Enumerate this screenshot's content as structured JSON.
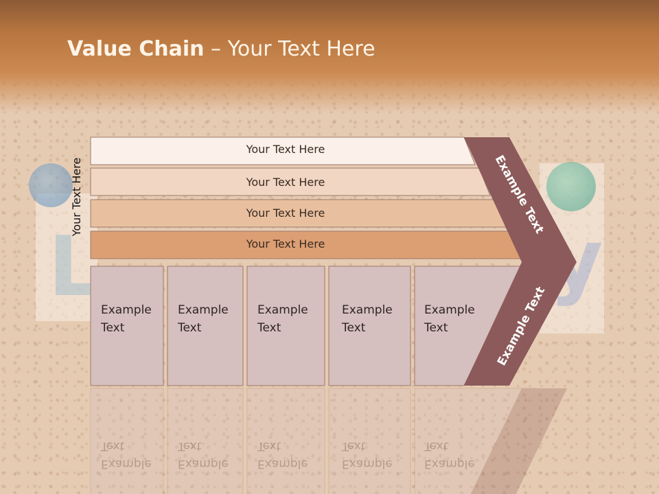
{
  "slide": {
    "title_bold": "Value Chain",
    "title_rest": " – Your Text Here",
    "side_label": "Your Text Here"
  },
  "bars": [
    {
      "label": "Your Text Here",
      "color": "#fbf1ea"
    },
    {
      "label": "Your Text Here",
      "color": "#f0d6c3"
    },
    {
      "label": "Your Text Here",
      "color": "#e8c0a0"
    },
    {
      "label": "Your Text Here",
      "color": "#dc9f74"
    }
  ],
  "boxes": [
    {
      "line1": "Example",
      "line2": "Text"
    },
    {
      "line1": "Example",
      "line2": "Text"
    },
    {
      "line1": "Example",
      "line2": "Text"
    },
    {
      "line1": "Example",
      "line2": "Text"
    },
    {
      "line1": "Example",
      "line2": "Text"
    }
  ],
  "chevron": {
    "top_label": "Example Text",
    "bottom_label": "Example Text",
    "color": "#8c5a5a"
  },
  "colors": {
    "box_fill": "#d6bfbf",
    "outline": "#9c7a6a"
  }
}
